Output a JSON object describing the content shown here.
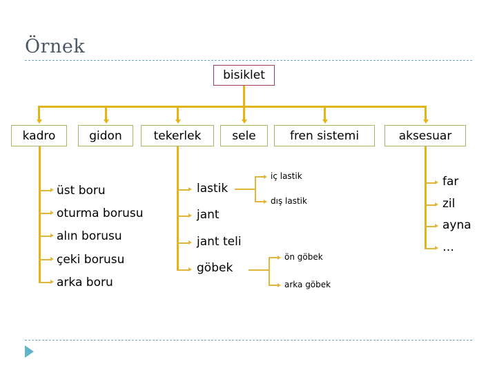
{
  "slide": {
    "title": "Örnek",
    "accent_gold": "#e3b413",
    "accent_teal": "#6fa8b5",
    "root_border": "#a33f53",
    "level2_border": "#a9b566",
    "title_color": "#4c5866"
  },
  "tree": {
    "root": {
      "label": "bisiklet"
    },
    "level2": [
      {
        "label": "kadro"
      },
      {
        "label": "gidon"
      },
      {
        "label": "tekerlek"
      },
      {
        "label": "sele"
      },
      {
        "label": "fren sistemi"
      },
      {
        "label": "aksesuar"
      }
    ],
    "kadro_children": [
      {
        "label": "üst boru"
      },
      {
        "label": "oturma borusu"
      },
      {
        "label": "alın borusu"
      },
      {
        "label": "çeki borusu"
      },
      {
        "label": "arka boru"
      }
    ],
    "tekerlek_children": [
      {
        "label": "lastik"
      },
      {
        "label": "jant"
      },
      {
        "label": "jant teli"
      },
      {
        "label": "göbek"
      }
    ],
    "lastik_children": [
      {
        "label": "iç lastik"
      },
      {
        "label": "dış lastik"
      }
    ],
    "gobek_children": [
      {
        "label": "ön göbek"
      },
      {
        "label": "arka göbek"
      }
    ],
    "aksesuar_children": [
      {
        "label": "far"
      },
      {
        "label": "zil"
      },
      {
        "label": "ayna"
      },
      {
        "label": "…"
      }
    ]
  }
}
